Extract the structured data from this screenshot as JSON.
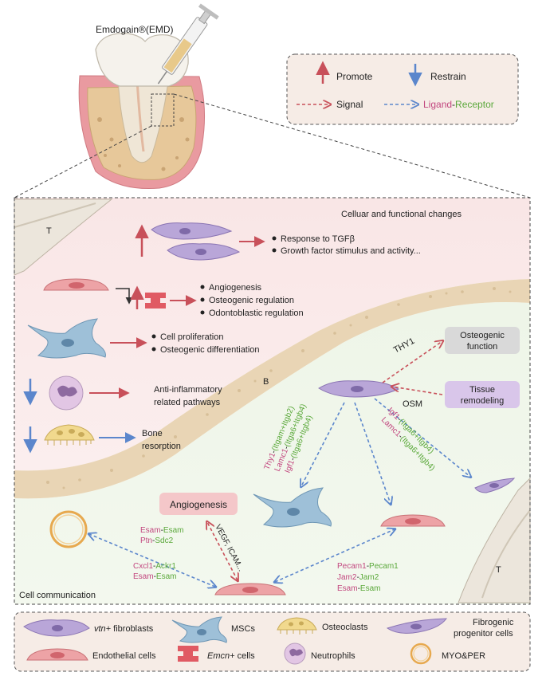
{
  "top": {
    "product_label": "Emdogain®(EMD)"
  },
  "legend_top": {
    "promote": "Promote",
    "restrain": "Restrain",
    "signal": "Signal",
    "ligand": "Ligand",
    "dash": "-",
    "receptor": "Receptor"
  },
  "panel": {
    "title": "Celluar and functional changes",
    "tissue_T": "T",
    "tissue_B": "B",
    "cell_comm": "Cell communication",
    "fib_changes": [
      "Response to TGFβ",
      "Growth factor stimulus and activity..."
    ],
    "endo_changes": [
      "Angiogenesis",
      "Osteogenic regulation",
      "Odontoblastic regulation"
    ],
    "msc_changes": [
      "Cell proliferation",
      "Osteogenic differentiation"
    ],
    "neutrophil_change": [
      "Anti-inflammatory",
      "related pathways"
    ],
    "osteoclast_change": [
      "Bone",
      "resorption"
    ],
    "osteogenic_box": [
      "Osteogenic",
      "function"
    ],
    "tissue_box": [
      "Tissue",
      "remodeling"
    ],
    "thy1": "THY1",
    "osm": "OSM",
    "angio_box": "Angiogenesis",
    "vegf": "VEGF, ICAM...",
    "lr_msc": [
      {
        "l": "Thy1",
        "r": "(Itgam+Itgb2)"
      },
      {
        "l": "Lamc1",
        "r": "(Itga6+Itgb4)"
      },
      {
        "l": "Igf1",
        "r": "(Itga6+Itgb4)"
      }
    ],
    "lr_fib": [
      {
        "l": "Igf1",
        "r": "(Itga6+Itgb4)"
      },
      {
        "l": "Lamc1",
        "r": "(Itga6+Itgb4)"
      }
    ],
    "lr_myo": [
      {
        "l": "Esam",
        "r": "Esam"
      },
      {
        "l": "Ptn",
        "r": "Sdc2"
      }
    ],
    "lr_myo2": [
      {
        "l": "Cxcl1",
        "r": "Ackr1"
      },
      {
        "l": "Esam",
        "r": "Esam"
      }
    ],
    "lr_endo": [
      {
        "l": "Pecam1",
        "r": "Pecam1"
      },
      {
        "l": "Jam2",
        "r": "Jam2"
      },
      {
        "l": "Esam",
        "r": "Esam"
      }
    ]
  },
  "legend_bottom": {
    "vtn_italic": "vtn+",
    "vtn_rest": " fibroblasts",
    "mscs": "MSCs",
    "osteoclasts": "Osteoclasts",
    "fibro_prog": [
      "Fibrogenic",
      "progenitor cells"
    ],
    "endothelial": "Endothelial cells",
    "emcn_italic": "Emcn+",
    "emcn_rest": " cells",
    "neutrophils": "Neutrophils",
    "myo": "MYO&PER"
  },
  "colors": {
    "promote": "#c8505a",
    "restrain": "#5b86cc",
    "ligand": "#c2477f",
    "receptor": "#5aa83a",
    "fibroblast": "#b9a6d8",
    "endothelial": "#eda3a6",
    "msc": "#9ec0d8",
    "box_grey": "#d9d9d9",
    "box_purple": "#d9c6ea",
    "box_pink": "#f4c7c9"
  }
}
